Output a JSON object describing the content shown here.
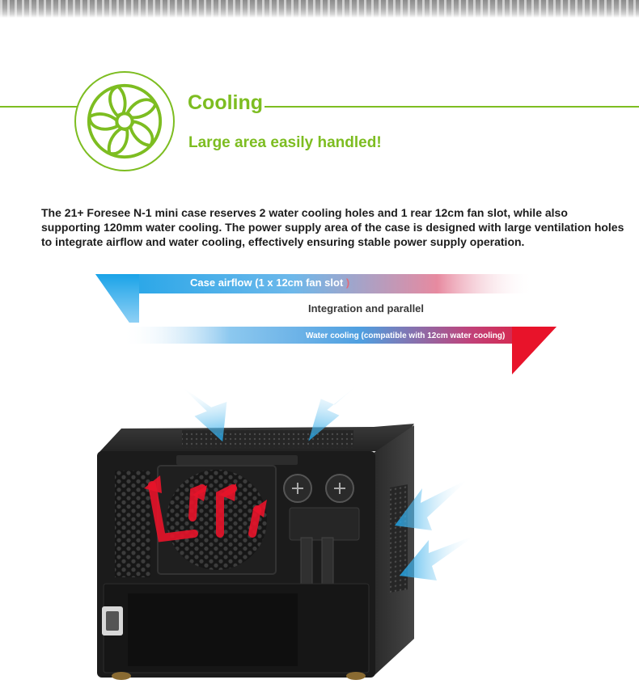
{
  "section": {
    "title": "Cooling",
    "subtitle": "Large area easily handled!",
    "icon": "fan-icon"
  },
  "description": "The 21+ Foresee N-1 mini case reserves 2 water cooling holes and 1 rear 12cm fan slot, while also supporting 120mm water cooling. The power supply area of the case is designed with large ventilation holes to integrate airflow and water cooling, effectively ensuring stable power supply operation.",
  "diagram": {
    "airflow_label": "Case airflow (1 x 12cm fan slot",
    "airflow_label_tail": ")",
    "integration_label": "Integration and parallel",
    "water_label": "Water cooling (compatible with 12cm water cooling)"
  },
  "colors": {
    "accent_green": "#7dbd21",
    "airflow_blue": "#1aa0e6",
    "water_red": "#e8132a",
    "case_black": "#1b1b1b"
  }
}
